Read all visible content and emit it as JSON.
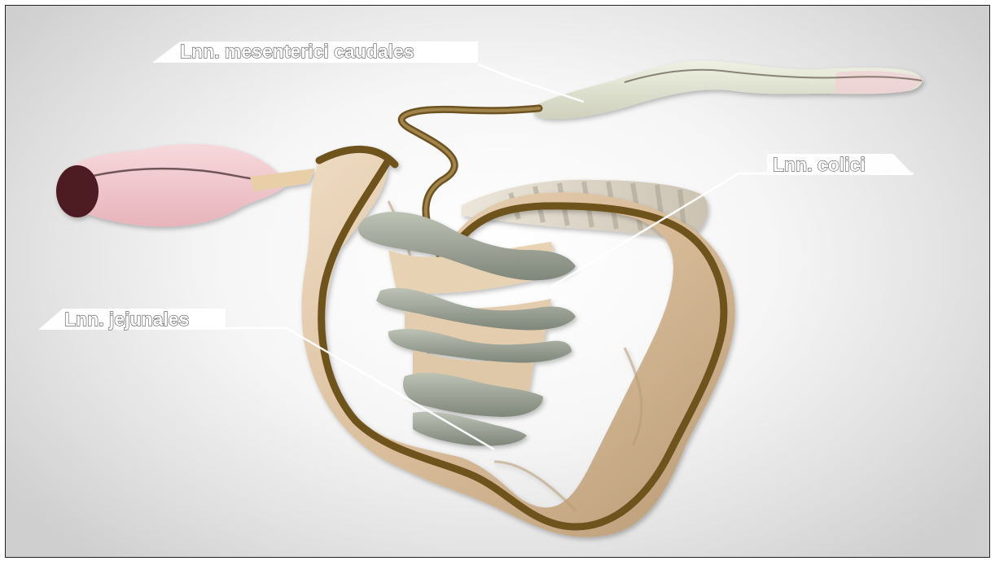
{
  "labels": {
    "mesenterici": "Lnn. mesenterici caudales",
    "colici": "Lnn. colici",
    "jejunales": "Lnn. jejunales"
  },
  "colors": {
    "intestine_tan": "#dcc3a3",
    "mesentery_stripe": "#7a5a1f",
    "lymph_nodes": "#a8aea0",
    "stomach_pink": "#f1c7cc",
    "rectum_pale": "#e4e6d6",
    "label_line": "#ffffff"
  }
}
